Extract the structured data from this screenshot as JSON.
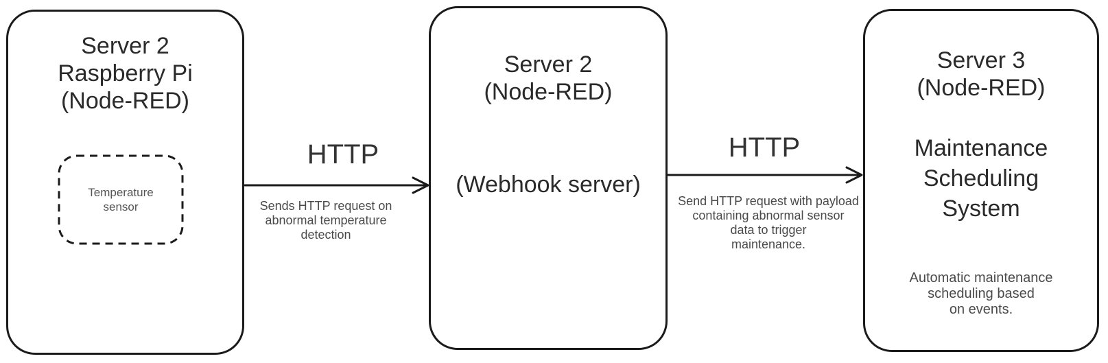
{
  "page": {
    "background_color": "#ffffff",
    "stroke_color": "#1b1b1b",
    "title_color": "#2a2a2a",
    "note_color": "#4a4a4a"
  },
  "nodes": {
    "device": {
      "title": "Server 2\nRaspberry Pi\n(Node-RED)",
      "sensor_label": "Temperature\nsensor"
    },
    "webhook": {
      "title": "Server 2\n(Node-RED)",
      "subtitle": "(Webhook server)"
    },
    "maintenance": {
      "title": "Server 3\n(Node-RED)",
      "system_name": "Maintenance\nScheduling\nSystem",
      "note": "Automatic maintenance\nscheduling based\non events."
    }
  },
  "edges": {
    "device_to_webhook": {
      "label": "HTTP",
      "note": "Sends HTTP request on\nabnormal temperature\ndetection"
    },
    "webhook_to_maintenance": {
      "label": "HTTP",
      "note": "Send HTTP request with payload\ncontaining abnormal sensor\ndata to trigger\nmaintenance."
    }
  }
}
